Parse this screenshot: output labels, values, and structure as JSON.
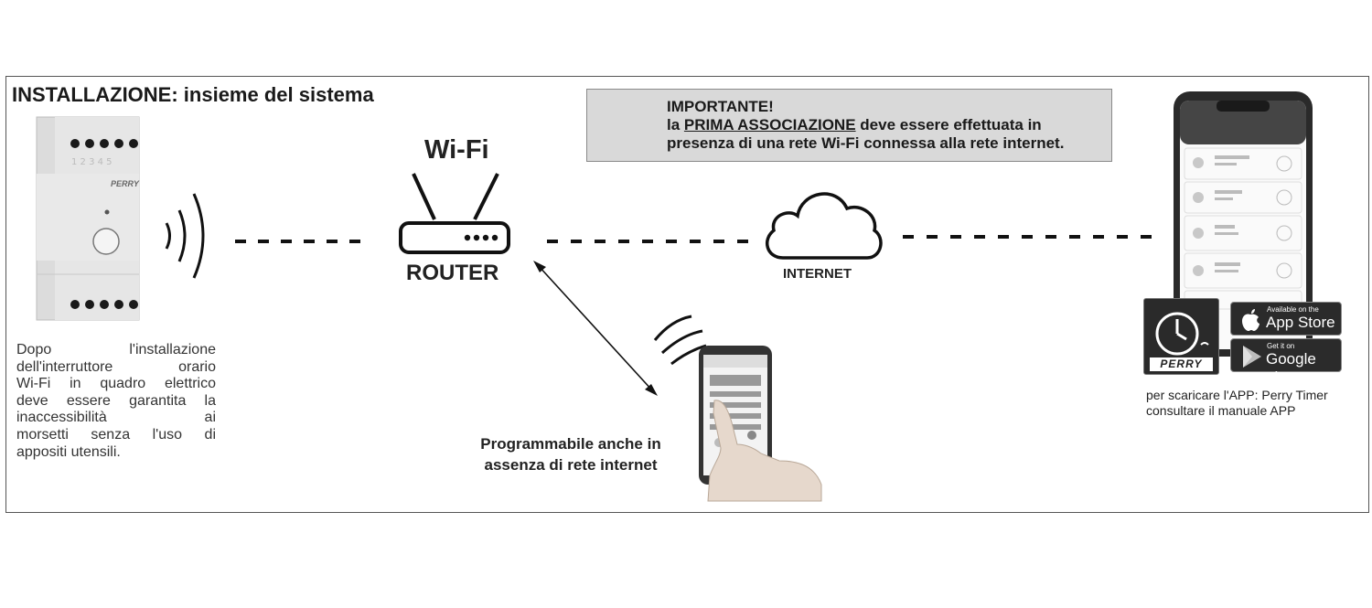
{
  "title": "INSTALLAZIONE: insieme del sistema",
  "device_description": [
    "Dopo l'installazione",
    "dell'interruttore orario",
    "Wi-Fi in quadro elettrico",
    "deve essere garantita la",
    "inaccessibilità ai",
    "morsetti senza l'uso di",
    "appositi utensili."
  ],
  "device_brand": "PERRY",
  "wifi_label": "Wi-Fi",
  "router_label": "ROUTER",
  "internet_label": "INTERNET",
  "programmable_text": [
    "Programmabile anche in",
    "assenza di rete internet"
  ],
  "warning": {
    "heading": "IMPORTANTE!",
    "line1_prefix": "la ",
    "line1_underlined": "PRIMA ASSOCIAZIONE",
    "line1_suffix": " deve essere effettuata in",
    "line2": "presenza di una rete Wi-Fi connessa alla rete internet."
  },
  "app_store": {
    "small": "Available on the",
    "big": "App Store"
  },
  "google_play": {
    "small": "Get it on",
    "big": "Google play"
  },
  "app_brand": "PERRY",
  "app_note": [
    "per scaricare l'APP: Perry Timer",
    "consultare il manuale APP"
  ]
}
